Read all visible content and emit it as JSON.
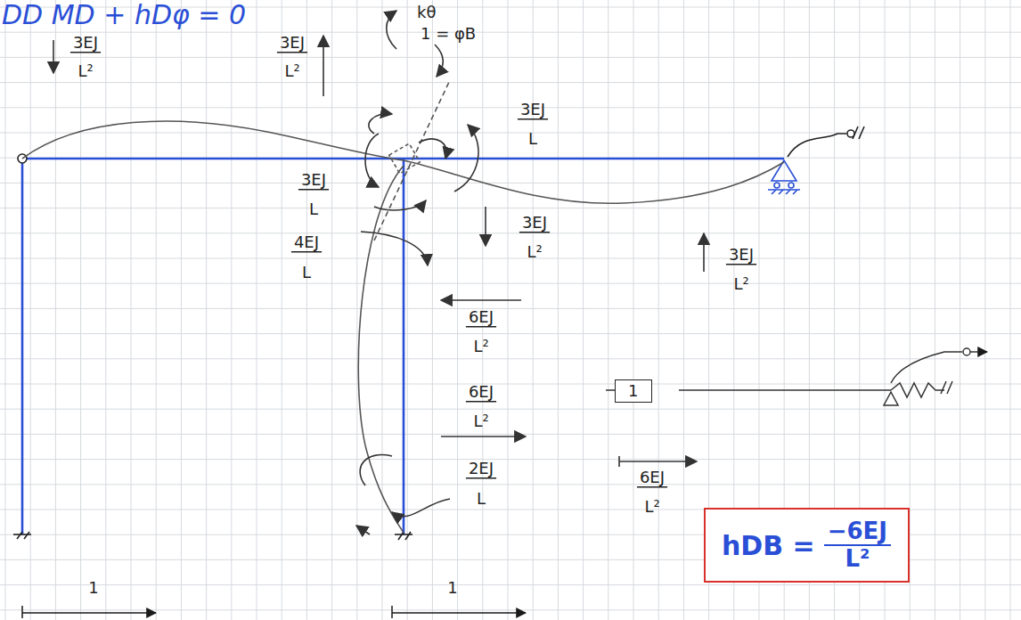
{
  "diagram": {
    "nodes": [
      {
        "text": [
          "1"
        ]
      },
      {
        "text": [
          "hDB =",
          "−6EJ",
          "L²"
        ]
      }
    ],
    "labels": [
      "DD MD + hDφ = 0",
      "kθ",
      "1 = φB",
      "3EJ",
      "L²",
      "3EJ",
      "L²",
      "3EJ",
      "L",
      "3EJ",
      "L",
      "4EJ",
      "L",
      "3EJ",
      "L²",
      "3EJ",
      "L²",
      "6EJ",
      "L²",
      "6EJ",
      "L²",
      "2EJ",
      "L",
      "6EJ",
      "L²",
      "1",
      "1"
    ]
  }
}
